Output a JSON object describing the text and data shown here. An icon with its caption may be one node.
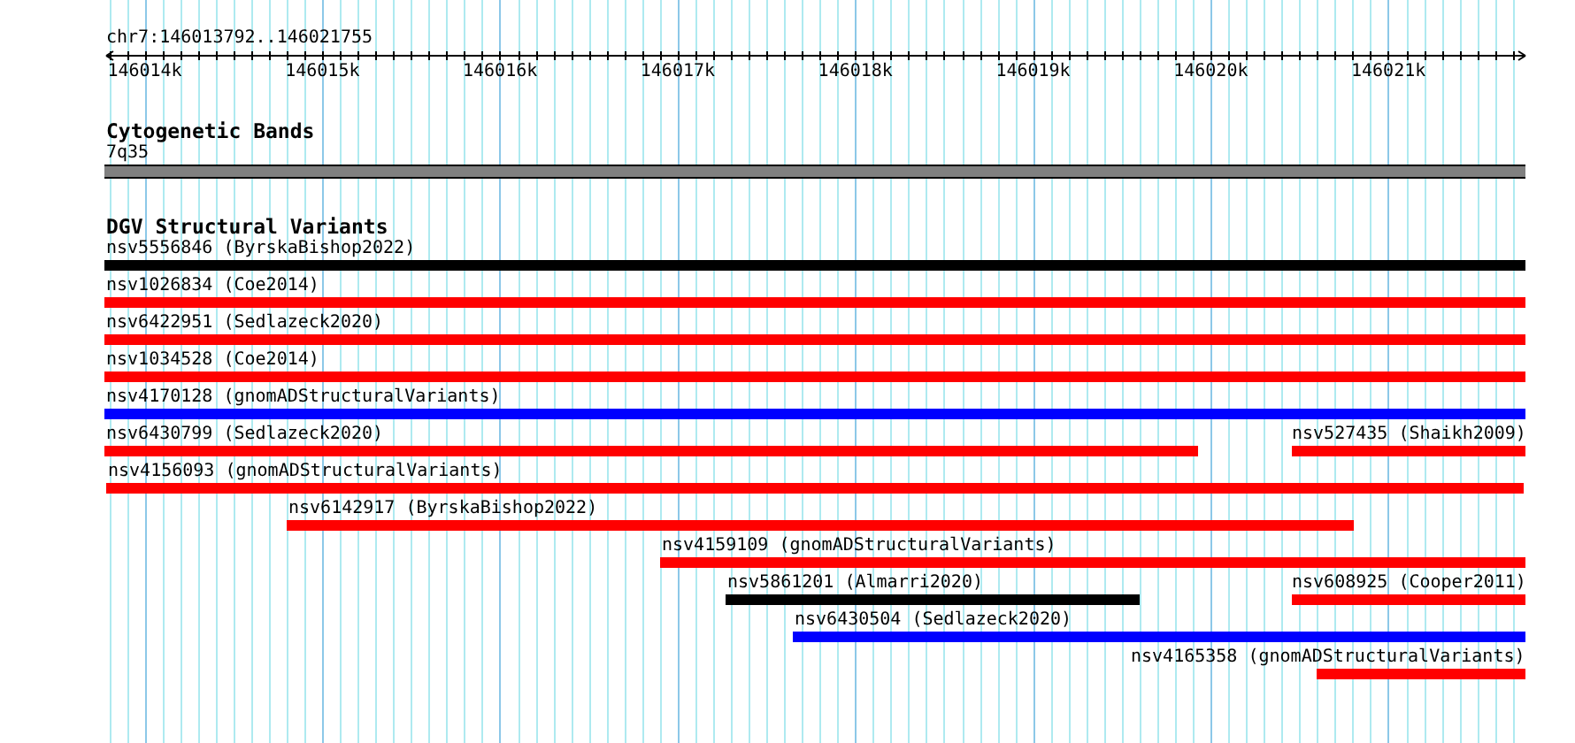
{
  "diagram": {
    "nodes": [
      {
        "text": [
          "7q35"
        ]
      },
      {
        "text": [
          "nsv5556846 (ByrskaBishop2022)"
        ]
      },
      {
        "text": [
          "nsv1026834 (Coe2014)"
        ]
      },
      {
        "text": [
          "nsv6422951 (Sedlazeck2020)"
        ]
      },
      {
        "text": [
          "nsv1034528 (Coe2014)"
        ]
      },
      {
        "text": [
          "nsv4170128 (gnomADStructuralVariants)"
        ]
      },
      {
        "text": [
          "nsv6430799 (Sedlazeck2020)"
        ]
      },
      {
        "text": [
          "nsv527435 (Shaikh2009)"
        ]
      },
      {
        "text": [
          "nsv4156093 (gnomADStructuralVariants)"
        ]
      },
      {
        "text": [
          "nsv6142917 (ByrskaBishop2022)"
        ]
      },
      {
        "text": [
          "nsv4159109 (gnomADStructuralVariants)"
        ]
      },
      {
        "text": [
          "nsv5861201 (Almarri2020)"
        ]
      },
      {
        "text": [
          "nsv608925 (Cooper2011)"
        ]
      },
      {
        "text": [
          "nsv6430504 (Sedlazeck2020)"
        ]
      },
      {
        "text": [
          "nsv4165358 (gnomADStructuralVariants)"
        ]
      }
    ],
    "labels": [
      "chr7:146013792..146021755",
      "146014k",
      "146015k",
      "146016k",
      "146017k",
      "146018k",
      "146019k",
      "146020k",
      "146021k",
      "Cytogenetic Bands",
      "DGV Structural Variants"
    ]
  }
}
